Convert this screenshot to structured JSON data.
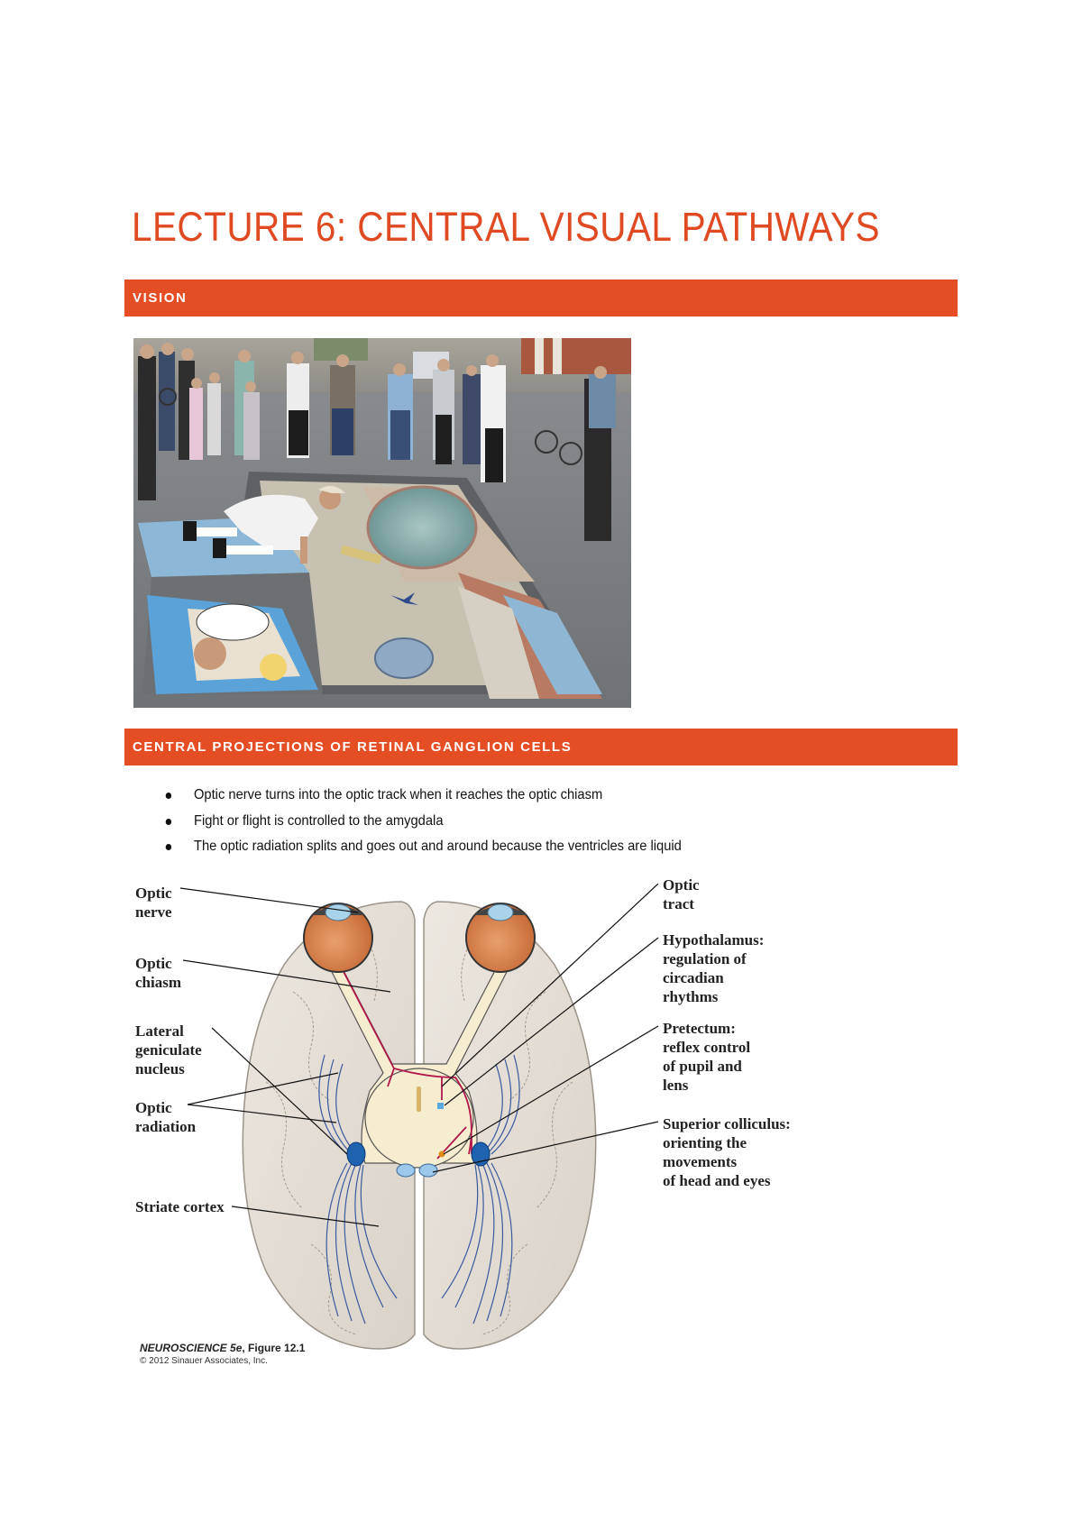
{
  "document": {
    "title": "LECTURE 6: CENTRAL VISUAL PATHWAYS",
    "accent_color": "#e54d24",
    "title_color": "#e04a22"
  },
  "sections": [
    {
      "heading": "VISION",
      "image": {
        "icon": "street-art-photo",
        "description": "3D chalk street art of a city square seen through a hole in the pavement; man crouching at edge, crowd watching"
      }
    },
    {
      "heading": "CENTRAL PROJECTIONS OF RETINAL GANGLION CELLS",
      "bullets": [
        "Optic nerve turns into the optic track when it reaches the optic chiasm",
        "Fight or flight is controlled to the amygdala",
        "The optic radiation splits and goes out and around because the ventricles are liquid"
      ],
      "figure": {
        "icon": "brain-visual-pathway-diagram",
        "labels_left": [
          {
            "line1": "Optic",
            "line2": "nerve"
          },
          {
            "line1": "Optic",
            "line2": "chiasm"
          },
          {
            "line1": "Lateral",
            "line2": "geniculate",
            "line3": "nucleus"
          },
          {
            "line1": "Optic",
            "line2": "radiation"
          },
          {
            "line1": "Striate cortex"
          }
        ],
        "labels_right": [
          {
            "line1": "Optic",
            "line2": "tract"
          },
          {
            "line1": "Hypothalamus:",
            "line2": "regulation of",
            "line3": "circadian",
            "line4": "rhythms"
          },
          {
            "line1": "Pretectum:",
            "line2": "reflex control",
            "line3": "of pupil and",
            "line4": "lens"
          },
          {
            "line1": "Superior colliculus:",
            "line2": "orienting the",
            "line3": "movements",
            "line4": "of head and eyes"
          }
        ],
        "caption_book": "NEUROSCIENCE 5e",
        "caption_figure": ", Figure 12.1",
        "caption_copyright": "© 2012 Sinauer Associates, Inc."
      }
    }
  ]
}
